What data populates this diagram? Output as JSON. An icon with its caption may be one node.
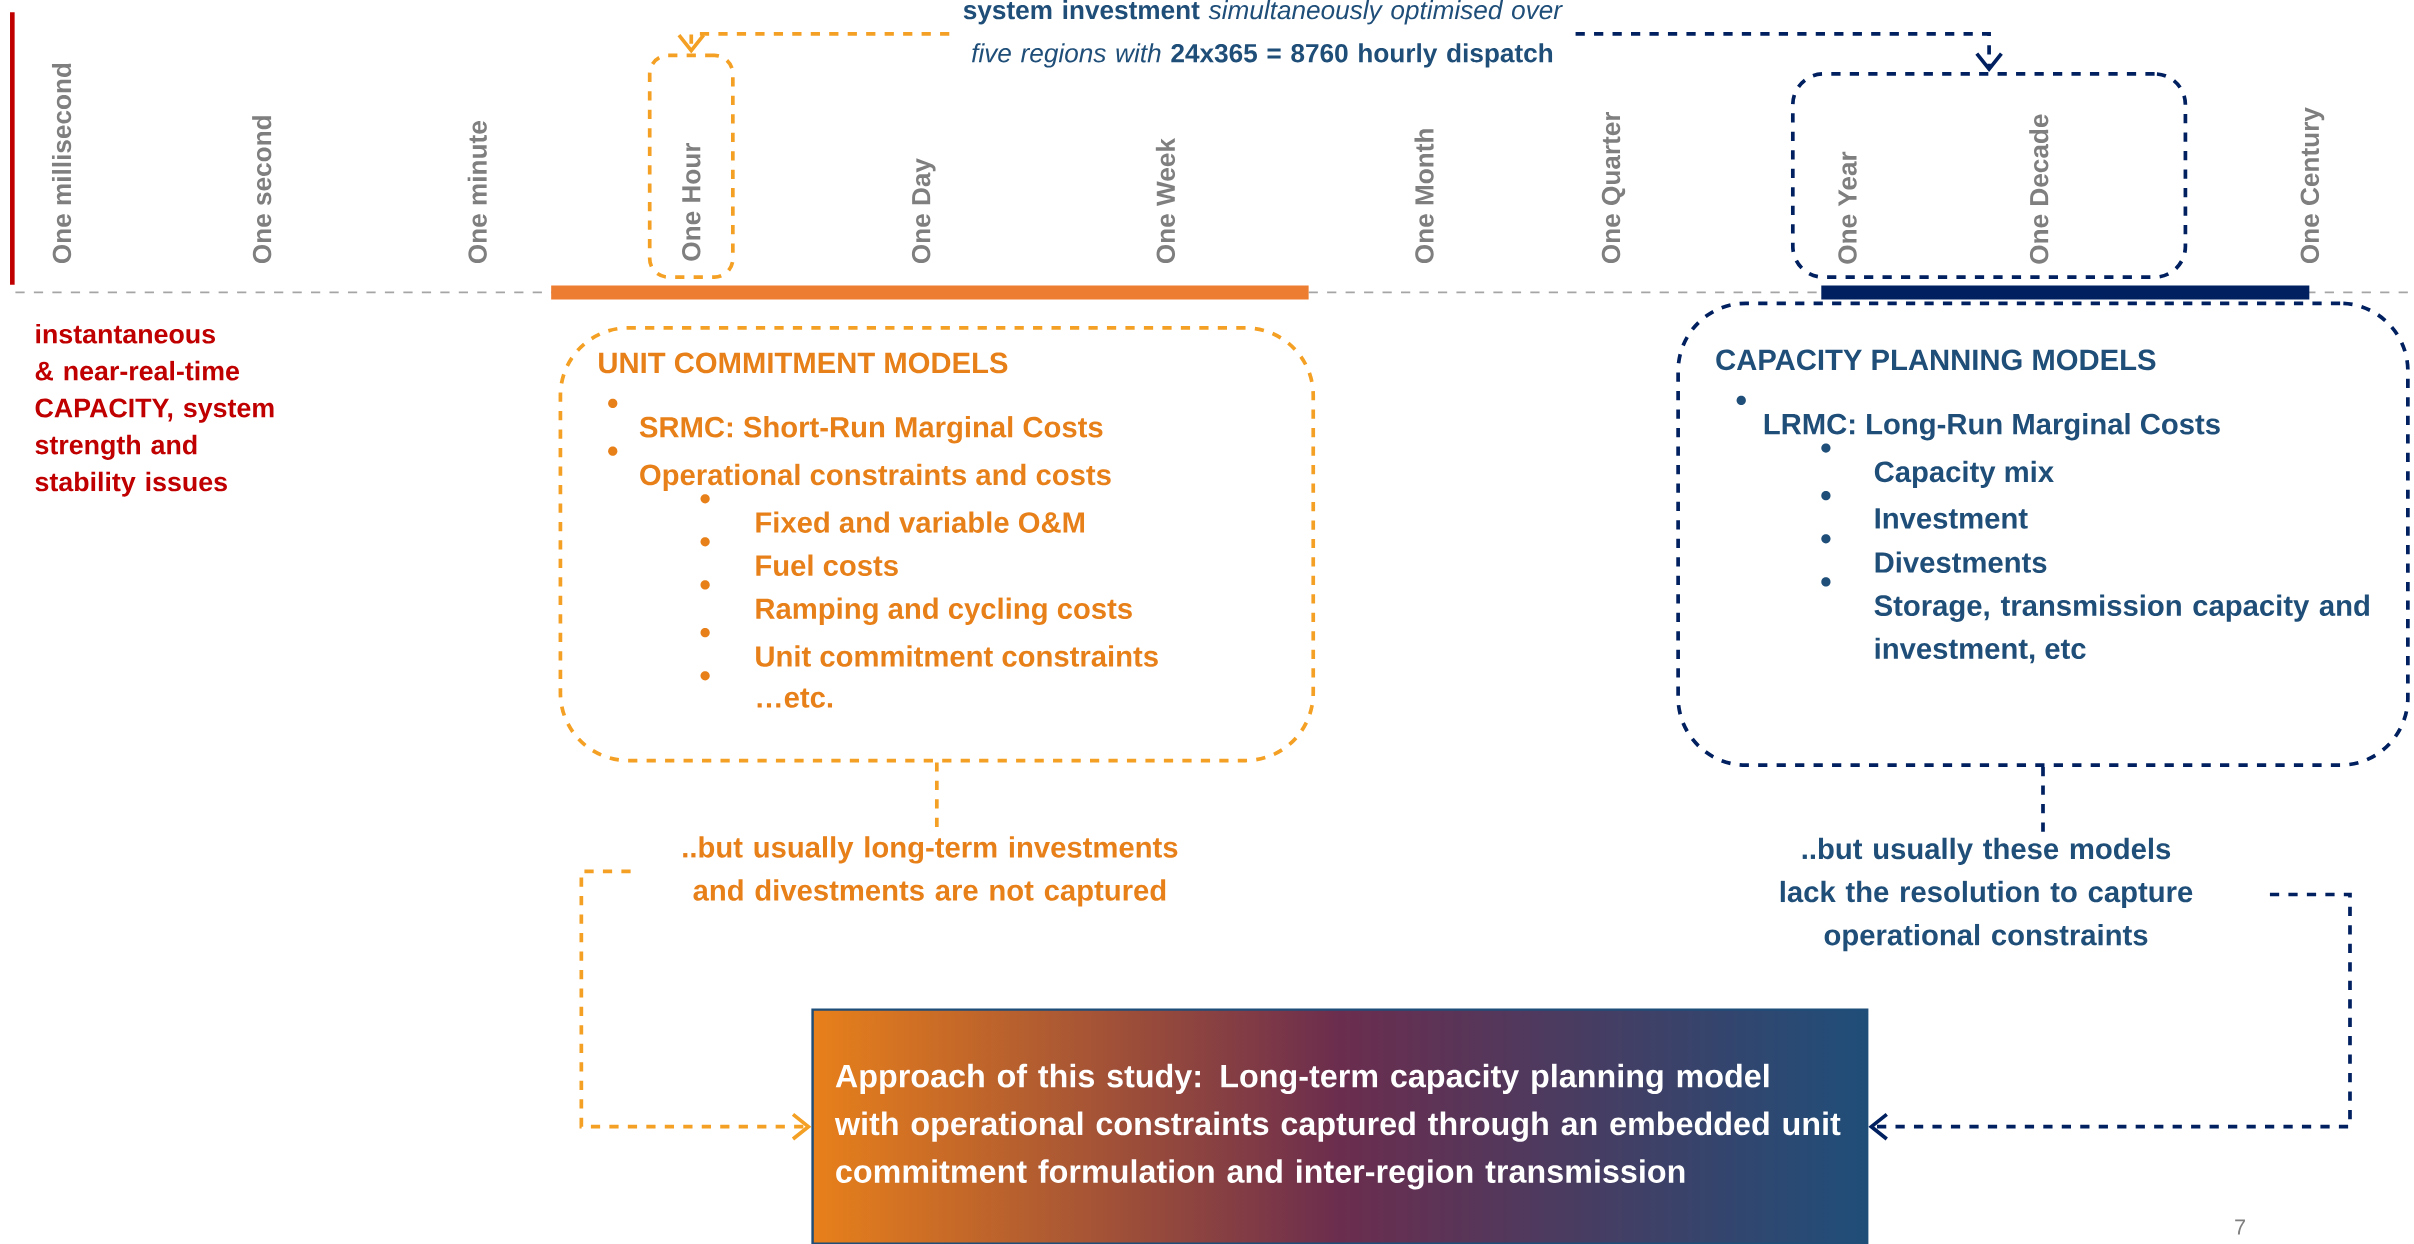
{
  "diagram": {
    "nodes": [
      {
        "text": [
          "One Hour"
        ]
      },
      {
        "text": [
          "One Year",
          "One Decade"
        ]
      },
      {
        "text": [
          "**system investment** *simultaneously optimised over five regions with* **24x365 = 8760 hourly dispatch**"
        ]
      },
      {
        "text": [
          "UNIT COMMITMENT MODELS",
          "SRMC: Short-Run Marginal Costs",
          "Operational constraints and costs",
          "Fixed and variable O&M",
          "Fuel costs",
          "Ramping and cycling costs",
          "Unit commitment constraints",
          "…etc."
        ]
      },
      {
        "text": [
          "CAPACITY PLANNING MODELS",
          "LRMC: Long-Run Marginal Costs",
          "Capacity mix",
          "Investment",
          "Divestments",
          "Storage, transmission capacity and investment, etc"
        ]
      },
      {
        "text": [
          "..but usually long-term investments and divestments are not captured"
        ]
      },
      {
        "text": [
          "..but usually these models lack the resolution to capture operational constraints"
        ]
      },
      {
        "text": [
          "Approach of this study: Long-term capacity planning model with operational constraints captured through an embedded unit commitment formulation and inter-region transmission"
        ]
      }
    ],
    "edges": [
      {
        "from": 2,
        "to": 0,
        "arrow": "to",
        "style": "dashed",
        "color": "#f4a024"
      },
      {
        "from": 2,
        "to": 1,
        "arrow": "to",
        "style": "dashed",
        "color": "#002060"
      },
      {
        "from": 3,
        "to": 5,
        "arrow": "none",
        "style": "dashed",
        "color": "#f4a024"
      },
      {
        "from": 4,
        "to": 6,
        "arrow": "none",
        "style": "dashed",
        "color": "#002060"
      },
      {
        "from": 5,
        "to": 7,
        "arrow": "to",
        "style": "dashed",
        "color": "#f4a024"
      },
      {
        "from": 6,
        "to": 7,
        "arrow": "to",
        "style": "dashed",
        "color": "#002060"
      }
    ],
    "labels": [
      "One millisecond",
      "One second",
      "One minute",
      "One Day",
      "One Week",
      "One Month",
      "One Quarter",
      "One Century",
      "instantaneous & near-real-time CAPACITY, system strength and stability issues",
      "7"
    ]
  }
}
